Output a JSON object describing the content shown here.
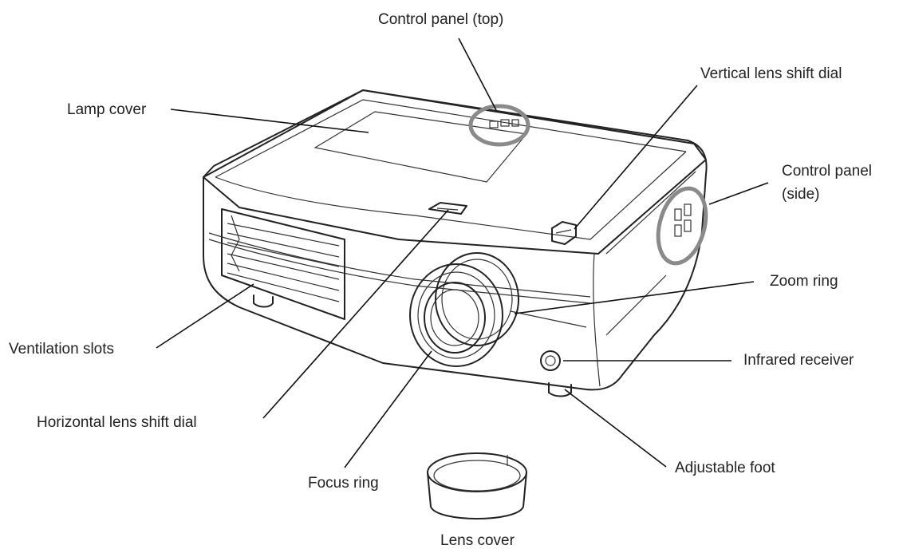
{
  "labels": {
    "control_panel_top": "Control panel (top)",
    "vertical_lens_shift_dial": "Vertical lens shift dial",
    "lamp_cover": "Lamp cover",
    "control_panel_side_line1": "Control panel",
    "control_panel_side_line2": "(side)",
    "zoom_ring": "Zoom ring",
    "ventilation_slots": "Ventilation slots",
    "infrared_receiver": "Infrared receiver",
    "horizontal_lens_shift_dial": "Horizontal lens shift dial",
    "focus_ring": "Focus ring",
    "adjustable_foot": "Adjustable foot",
    "lens_cover": "Lens cover"
  },
  "colors": {
    "line": "#222222",
    "highlight_circle": "#8a8a8a",
    "background": "#ffffff"
  }
}
